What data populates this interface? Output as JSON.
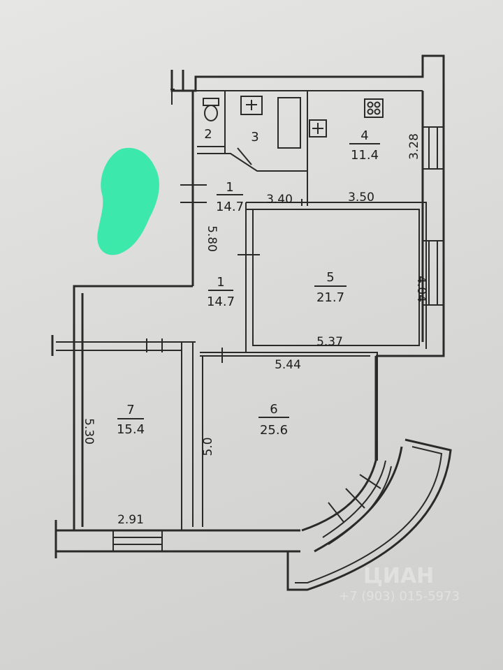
{
  "rooms": [
    {
      "id": "1a",
      "number": "1",
      "area": "14.7"
    },
    {
      "id": "1b",
      "number": "1",
      "area": "14.7"
    },
    {
      "id": "2",
      "number": "2",
      "area": ""
    },
    {
      "id": "3",
      "number": "3",
      "area": ""
    },
    {
      "id": "4",
      "number": "4",
      "area": "11.4"
    },
    {
      "id": "5",
      "number": "5",
      "area": "21.7"
    },
    {
      "id": "6",
      "number": "6",
      "area": "25.6"
    },
    {
      "id": "7",
      "number": "7",
      "area": "15.4"
    }
  ],
  "dimensions": {
    "d_580": "5.80",
    "d_340": "3.40",
    "d_350": "3.50",
    "d_328": "3.28",
    "d_404": "4.04",
    "d_537": "5.37",
    "d_544": "5.44",
    "d_530": "5.30",
    "d_50": "5.0",
    "d_291": "2.91"
  },
  "watermark": {
    "brand": "ЦИАН",
    "phone": "+7 (903) 015-5973"
  },
  "colors": {
    "paper": "#dcdcda",
    "ink": "#2a2a2a",
    "marker": "#2ee8a6"
  }
}
